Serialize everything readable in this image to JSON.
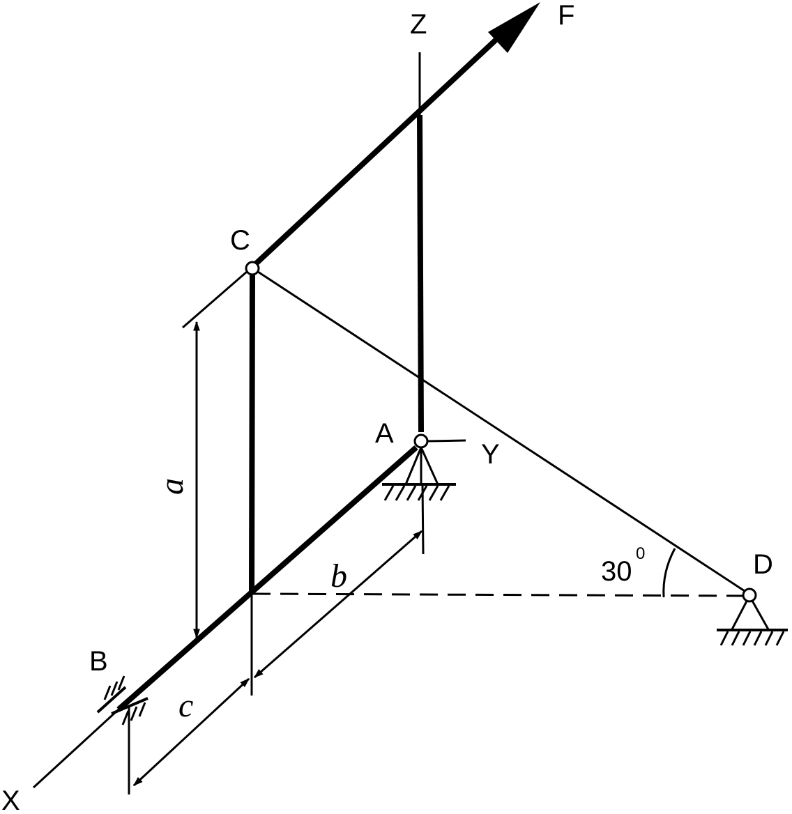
{
  "labels": {
    "z_axis": "Z",
    "y_axis": "Y",
    "x_axis": "X",
    "force": "F",
    "point_a": "A",
    "point_b": "B",
    "point_c": "C",
    "point_d": "D",
    "dim_a": "a",
    "dim_b": "b",
    "dim_c": "c",
    "angle_value": "30",
    "angle_unit": "0"
  },
  "colors": {
    "ink": "#000000",
    "paper": "#ffffff"
  }
}
